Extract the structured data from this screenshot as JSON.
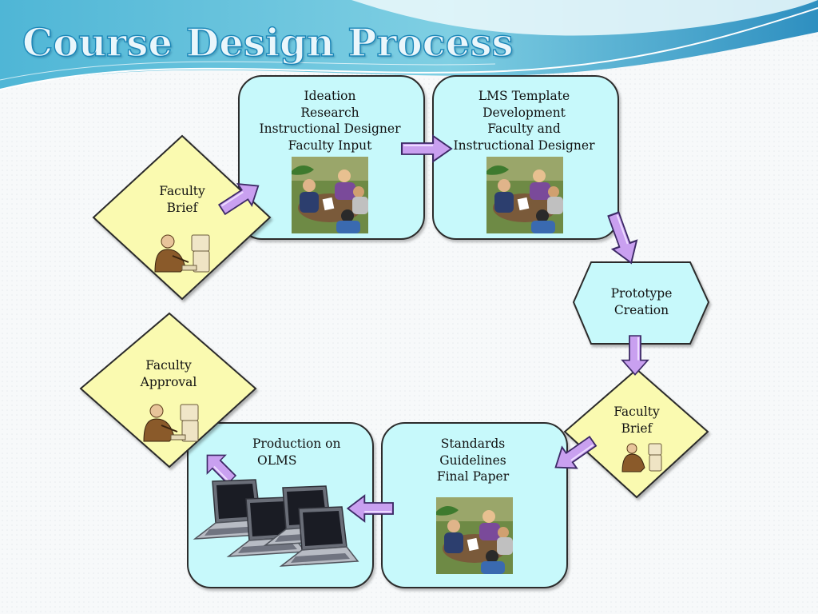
{
  "title": "Course Design Process",
  "steps": {
    "ideation": {
      "lines": [
        "Ideation",
        "Research",
        "Instructional Designer",
        "Faculty Input"
      ]
    },
    "lms": {
      "lines": [
        "LMS Template",
        "Development",
        "Faculty and",
        "Instructional Designer"
      ]
    },
    "prototype": {
      "lines": [
        "Prototype",
        "Creation"
      ]
    },
    "brief_top": {
      "lines": [
        "Faculty",
        "Brief"
      ]
    },
    "brief_right": {
      "lines": [
        "Faculty",
        "Brief"
      ]
    },
    "standards": {
      "lines": [
        "Standards",
        "Guidelines",
        "Final Paper"
      ]
    },
    "production": {
      "lines": [
        "Production on",
        "OLMS"
      ]
    },
    "approval": {
      "lines": [
        "Faculty",
        "Approval"
      ]
    }
  },
  "colors": {
    "box_fill": "#c7f9fb",
    "diamond_fill": "#fafab0",
    "arrow_fill": "#c9a0f0",
    "title_stroke": "#1a86b8"
  },
  "icons": [
    "meeting-clipart-icon",
    "person-at-computer-icon",
    "laptops-clipart-icon",
    "arrow-icon"
  ]
}
